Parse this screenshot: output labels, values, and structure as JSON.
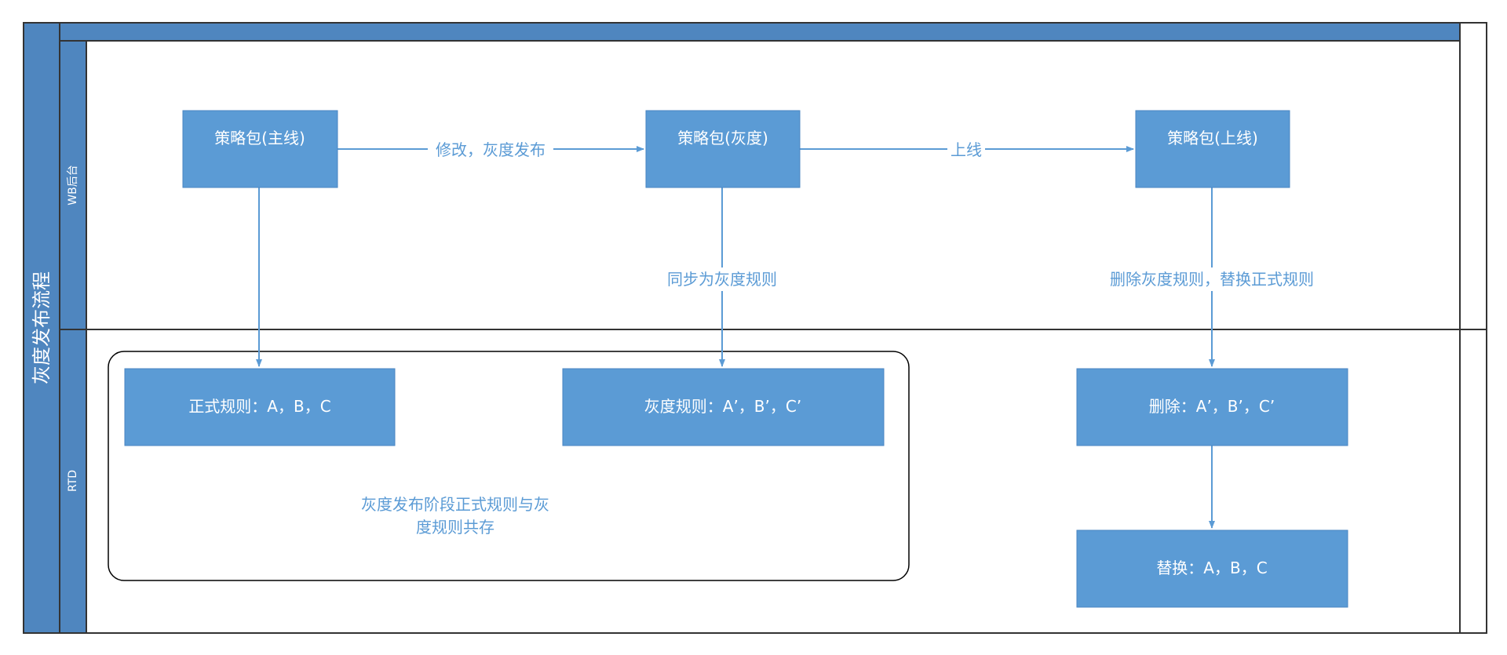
{
  "pool": {
    "title": "灰度发布流程",
    "lanes": {
      "top": "WB后台",
      "bottom": "RTD"
    }
  },
  "nodes": {
    "pkg_main": "策略包(主线)",
    "pkg_gray": "策略包(灰度)",
    "pkg_online": "策略包(上线)",
    "rule_formal": "正式规则：A，B，C",
    "rule_gray": "灰度规则：A’，B’，C’",
    "rule_delete": "删除：A’，B’，C’",
    "rule_replace": "替换：A，B，C"
  },
  "edges": {
    "modify_gray_release": "修改，灰度发布",
    "go_online": "上线",
    "sync_gray_rules": "同步为灰度规则",
    "delete_replace": "删除灰度规则，替换正式规则"
  },
  "note": {
    "line1": "灰度发布阶段正式规则与灰",
    "line2": "度规则共存"
  },
  "colors": {
    "pool_fill": "#4f86bf",
    "node_fill": "#5b9bd5",
    "line": "#5b9bd5",
    "border": "#333333"
  }
}
